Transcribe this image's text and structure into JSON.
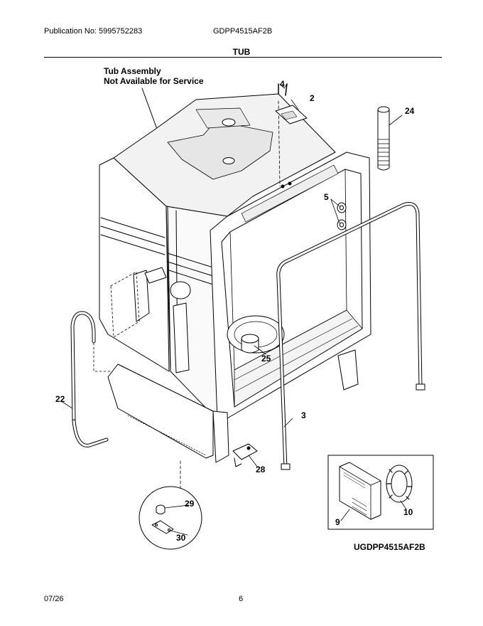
{
  "header": {
    "publication": "Publication No: 5995752283",
    "model": "GDPP4515AF2B"
  },
  "section_title": "TUB",
  "note": {
    "line1": "Tub Assembly",
    "line2": "Not Available for Service"
  },
  "callouts": {
    "c2": "2",
    "c3": "3",
    "c4": "4",
    "c5": "5",
    "c9": "9",
    "c10": "10",
    "c22": "22",
    "c24": "24",
    "c25": "25",
    "c28": "28",
    "c29": "29",
    "c30": "30"
  },
  "diagram_code": "UGDPP4515AF2B",
  "footer": {
    "date": "07/26",
    "page": "6"
  }
}
